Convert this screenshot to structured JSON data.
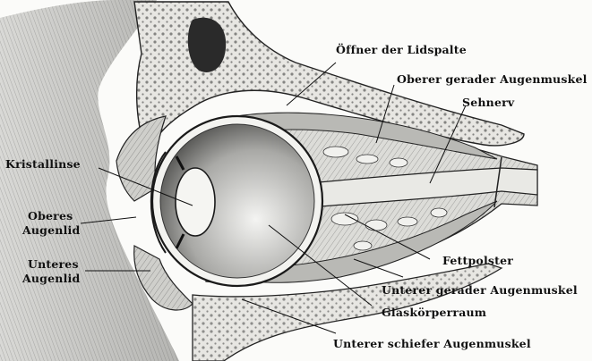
{
  "labels": {
    "oeffner": "Öffner der Lidspalte",
    "oberer_gerader": "Oberer gerader Augenmuskel",
    "sehnerv": "Sehnerv",
    "kristalllinse": "Kristallinse",
    "oberes_1": "Oberes",
    "oberes_2": "Augenlid",
    "unteres_1": "Unteres",
    "unteres_2": "Augenlid",
    "fettpolster": "Fettpolster",
    "unterer_gerader": "Unterer gerader Augenmuskel",
    "glaskoerper": "Glaskörperraum",
    "unterer_schiefer": "Unterer schiefer Augenmuskel"
  }
}
